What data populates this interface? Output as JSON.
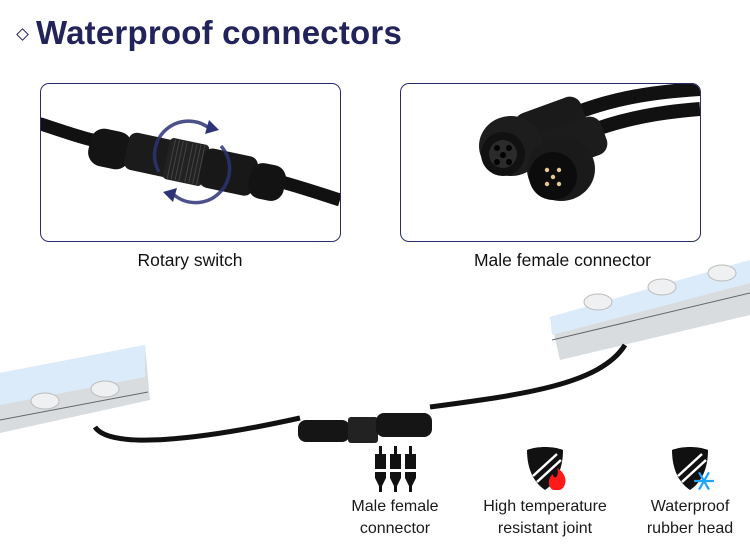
{
  "header": {
    "bullet_icon": "diamond-outline-icon",
    "title": "Waterproof connectors"
  },
  "cards": [
    {
      "caption": "Rotary switch",
      "image": "rotary-connector-photo"
    },
    {
      "caption": "Male female connector",
      "image": "male-female-connector-photo"
    }
  ],
  "features": [
    {
      "icon": "plug-pins-icon",
      "line1": "Male female",
      "line2": "connector"
    },
    {
      "icon": "shield-fire-icon",
      "line1": "High temperature",
      "line2": "resistant joint"
    },
    {
      "icon": "shield-snowflake-icon",
      "line1": "Waterproof",
      "line2": "rubber head"
    }
  ],
  "colors": {
    "title": "#23235b",
    "card_border": "#2a2c6a",
    "rotate_arrows": "#2e3276",
    "fire": "#ff1a1a",
    "snowflake": "#1aa3ff"
  }
}
